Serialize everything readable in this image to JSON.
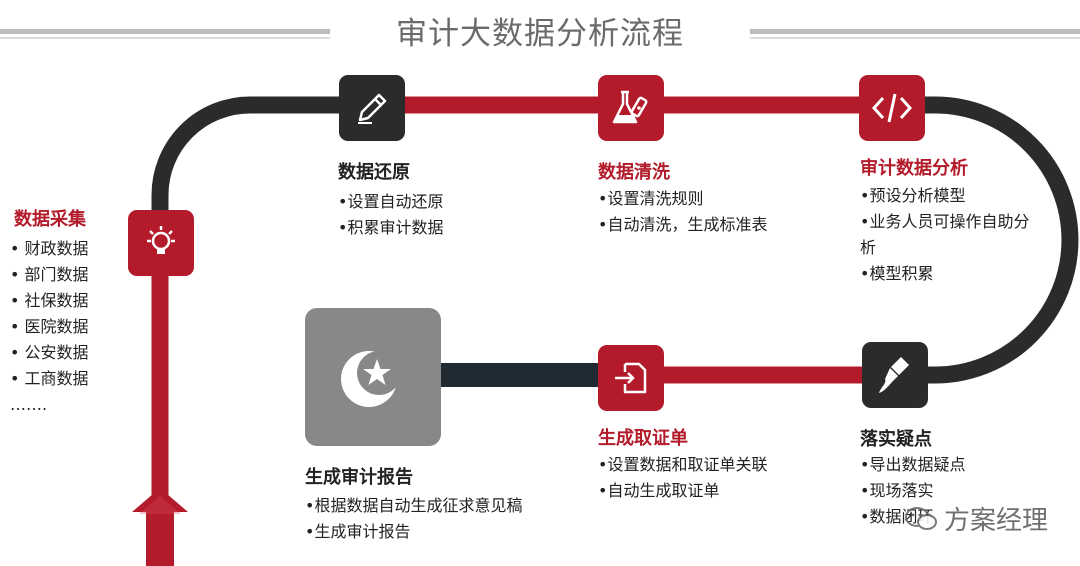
{
  "title": "审计大数据分析流程",
  "colors": {
    "accent": "#b31b2b",
    "dark": "#2b2b2b",
    "grey": "#888888"
  },
  "steps": {
    "collect": {
      "icon": "lightbulb-icon",
      "title": "数据采集",
      "items": [
        "• 财政数据",
        "• 部门数据",
        "• 社保数据",
        "• 医院数据",
        "• 公安数据",
        "• 工商数据",
        "……."
      ]
    },
    "restore": {
      "icon": "pencil-icon",
      "title": "数据还原",
      "items": [
        "•设置自动还原",
        "•积累审计数据"
      ]
    },
    "clean": {
      "icon": "flask-icon",
      "title": "数据清洗",
      "items": [
        "•设置清洗规则",
        "•自动清洗，生成标准表"
      ]
    },
    "analyze": {
      "icon": "code-icon",
      "title": "审计数据分析",
      "items": [
        "•预设分析模型",
        "•业务人员可操作自助分析",
        "•模型积累"
      ]
    },
    "verify": {
      "icon": "brush-icon",
      "title": "落实疑点",
      "items": [
        "•导出数据疑点",
        "•现场落实",
        "•数据闭环"
      ]
    },
    "evidence": {
      "icon": "document-import-icon",
      "title": "生成取证单",
      "items": [
        "•设置数据和取证单关联",
        "•自动生成取证单"
      ]
    },
    "report": {
      "icon": "star-crescent-icon",
      "title": "生成审计报告",
      "items": [
        "•根据数据自动生成征求意见稿",
        "•生成审计报告"
      ]
    }
  },
  "watermark": "方案经理"
}
